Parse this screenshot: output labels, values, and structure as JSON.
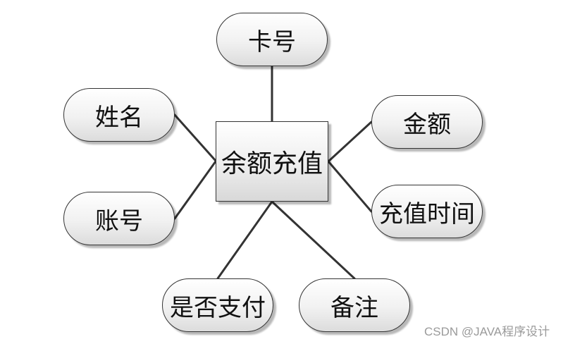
{
  "entity": {
    "label": "余额充值"
  },
  "attributes": {
    "card_no": "卡号",
    "name": "姓名",
    "amount": "金额",
    "recharge_time": "充值时间",
    "account": "账号",
    "paid": "是否支付",
    "remark": "备注"
  },
  "watermark": "CSDN @JAVA程序设计",
  "colors": {
    "stroke": "#333333",
    "background": "#ffffff",
    "watermark": "#9a9a9a"
  }
}
